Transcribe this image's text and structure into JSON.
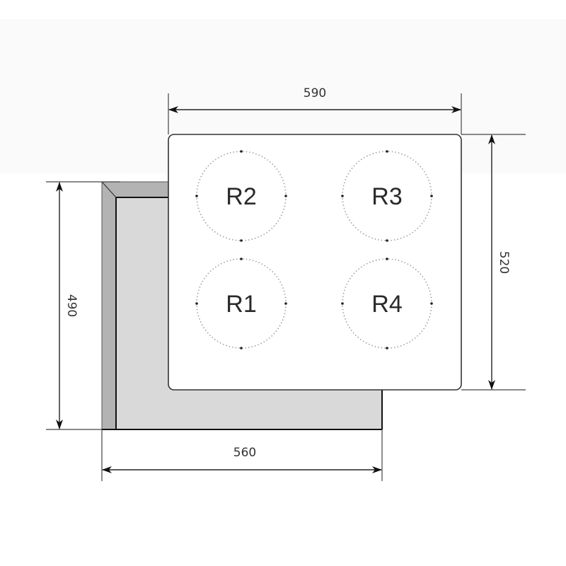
{
  "diagram": {
    "type": "hob-installation-dimensions",
    "colors": {
      "line": "#2b2b2b",
      "cutout_fill": "#d9d9d9",
      "cutout_bevel": "#b3b3b3",
      "hob_fill": "#ffffff",
      "burner_dots": "#9a9a9a",
      "burner_ticks": "#222222"
    },
    "dimensions": {
      "hob_width": "590",
      "hob_depth": "520",
      "cutout_width": "560",
      "cutout_depth": "490"
    },
    "burners": [
      {
        "id": "R2",
        "label": "R2",
        "position": "top-left"
      },
      {
        "id": "R3",
        "label": "R3",
        "position": "top-right"
      },
      {
        "id": "R1",
        "label": "R1",
        "position": "bottom-left"
      },
      {
        "id": "R4",
        "label": "R4",
        "position": "bottom-right"
      }
    ]
  }
}
